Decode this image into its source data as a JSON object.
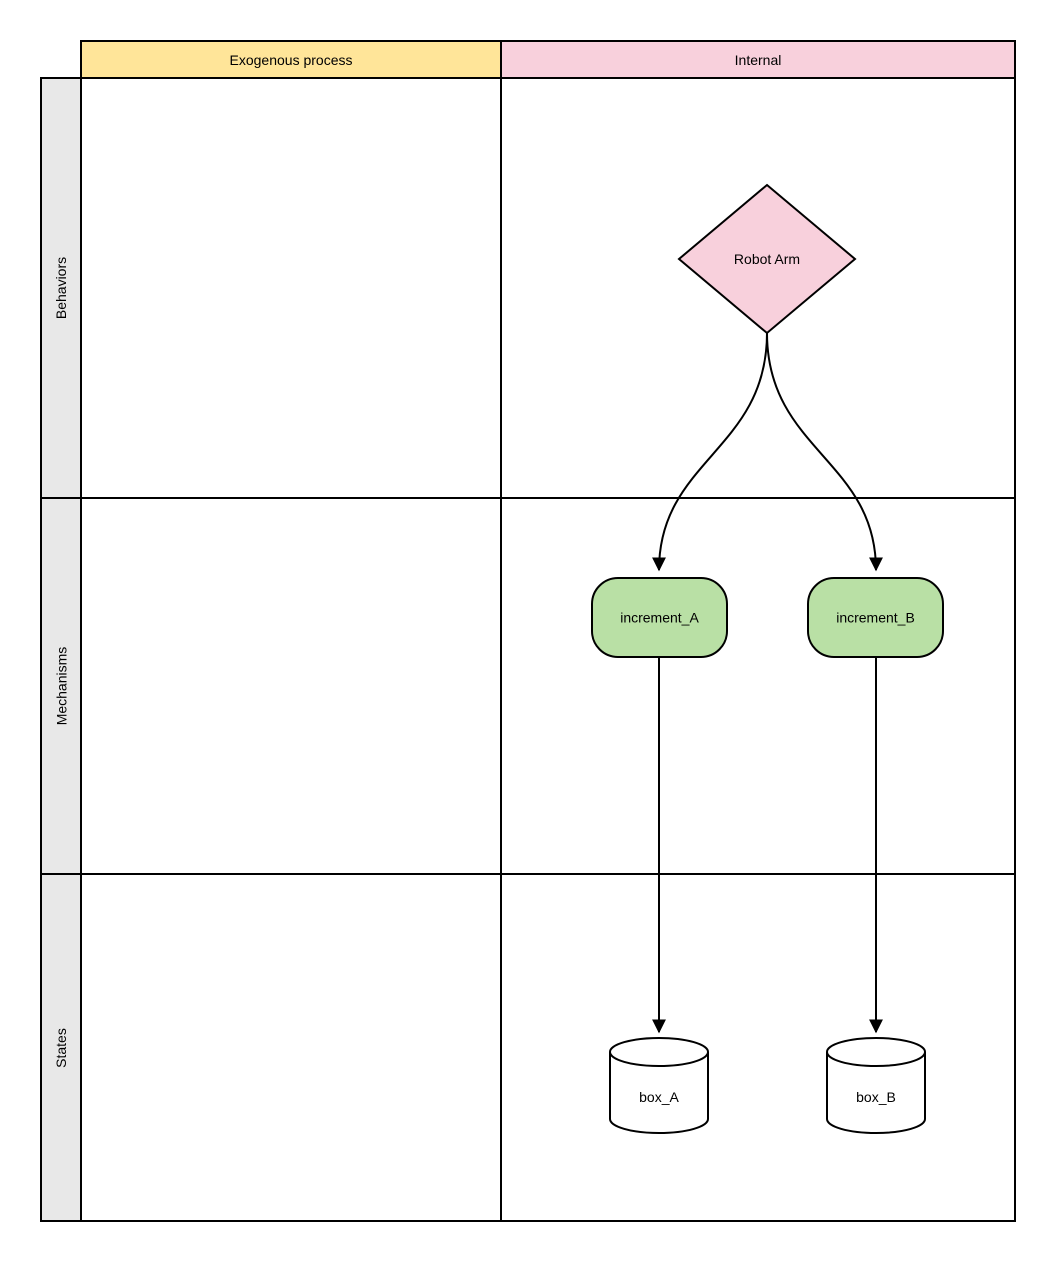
{
  "matrix": {
    "columns": [
      {
        "label": "Exogenous process",
        "color": "#ffe599"
      },
      {
        "label": "Internal",
        "color": "#f8d0dc"
      }
    ],
    "rows": [
      {
        "label": "Behaviors"
      },
      {
        "label": "Mechanisms"
      },
      {
        "label": "States"
      }
    ],
    "row_label_bg": "#e8e8e8",
    "border_color": "#000000"
  },
  "nodes": {
    "robot_arm": {
      "label": "Robot Arm",
      "shape": "diamond",
      "fill": "#f8d0dc",
      "row": "Behaviors",
      "column": "Internal"
    },
    "increment_a": {
      "label": "increment_A",
      "shape": "rounded-rect",
      "fill": "#b9e0a5",
      "row": "Mechanisms",
      "column": "Internal"
    },
    "increment_b": {
      "label": "increment_B",
      "shape": "rounded-rect",
      "fill": "#b9e0a5",
      "row": "Mechanisms",
      "column": "Internal"
    },
    "box_a": {
      "label": "box_A",
      "shape": "cylinder",
      "fill": "#ffffff",
      "row": "States",
      "column": "Internal"
    },
    "box_b": {
      "label": "box_B",
      "shape": "cylinder",
      "fill": "#ffffff",
      "row": "States",
      "column": "Internal"
    }
  },
  "edges": [
    {
      "from": "robot_arm",
      "to": "increment_a",
      "style": "curved",
      "arrowhead": "filled-triangle"
    },
    {
      "from": "robot_arm",
      "to": "increment_b",
      "style": "curved",
      "arrowhead": "filled-triangle"
    },
    {
      "from": "increment_a",
      "to": "box_a",
      "style": "straight",
      "arrowhead": "filled-triangle"
    },
    {
      "from": "increment_b",
      "to": "box_b",
      "style": "straight",
      "arrowhead": "filled-triangle"
    }
  ]
}
